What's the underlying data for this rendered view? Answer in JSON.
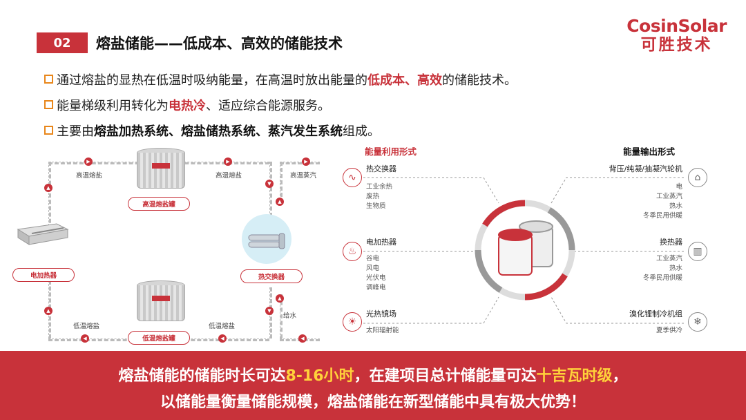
{
  "header": {
    "number": "02",
    "title": "熔盐储能——低成本、高效的储能技术"
  },
  "logo": {
    "en": "CosinSolar",
    "cn": "可胜技术"
  },
  "bullets": [
    {
      "a": "通过熔盐的显热在低温时吸纳能量，在高温时放出能量的",
      "hl": "低成本、高效",
      "b": "的储能技术。"
    },
    {
      "a": "能量梯级利用转化为",
      "hl": "电热冷",
      "b": "、适应综合能源服务。"
    },
    {
      "a": "主要由",
      "hl": "熔盐加热系统、熔盐储热系统、蒸汽发生系统",
      "b": "组成。"
    }
  ],
  "left_diagram": {
    "hot_salt_1": "高温熔盐",
    "hot_salt_2": "高温熔盐",
    "hot_steam": "高温蒸汽",
    "hot_tank": "高温熔盐罐",
    "electric_heater": "电加热器",
    "heat_exchanger": "热交换器",
    "feed_water": "给水",
    "cold_salt_1": "低温熔盐",
    "cold_salt_2": "低温熔盐",
    "cold_tank": "低温熔盐罐"
  },
  "right_diagram": {
    "left_title": "能量利用形式",
    "right_title": "能量输出形式",
    "left_items": [
      {
        "name": "热交换器",
        "subs": [
          "工业余热",
          "废热",
          "生物质"
        ],
        "icon": "wave-icon"
      },
      {
        "name": "电加热器",
        "subs": [
          "谷电",
          "风电",
          "光伏电",
          "调峰电"
        ],
        "icon": "heater-icon"
      },
      {
        "name": "光热镜场",
        "subs": [
          "太阳辐射能"
        ],
        "icon": "sun-icon"
      }
    ],
    "right_items": [
      {
        "name": "背压/纯凝/抽凝汽轮机",
        "subs": [
          "电",
          "工业蒸汽",
          "热水",
          "冬季民用供暖"
        ],
        "icon": "turbine-icon"
      },
      {
        "name": "换热器",
        "subs": [
          "工业蒸汽",
          "热水",
          "冬季民用供暖"
        ],
        "icon": "factory-icon"
      },
      {
        "name": "溴化锂制冷机组",
        "subs": [
          "夏季供冷"
        ],
        "icon": "snowflake-icon"
      }
    ]
  },
  "bottom": {
    "l1a": "熔盐储能的储能时长可达",
    "l1b": "8-16小时",
    "l1c": "，在建项目总计储能量可达",
    "l1d": "十吉瓦时级",
    "l1e": "，",
    "l2": "以储能量衡量储能规模，熔盐储能在新型储能中具有极大优势！"
  }
}
